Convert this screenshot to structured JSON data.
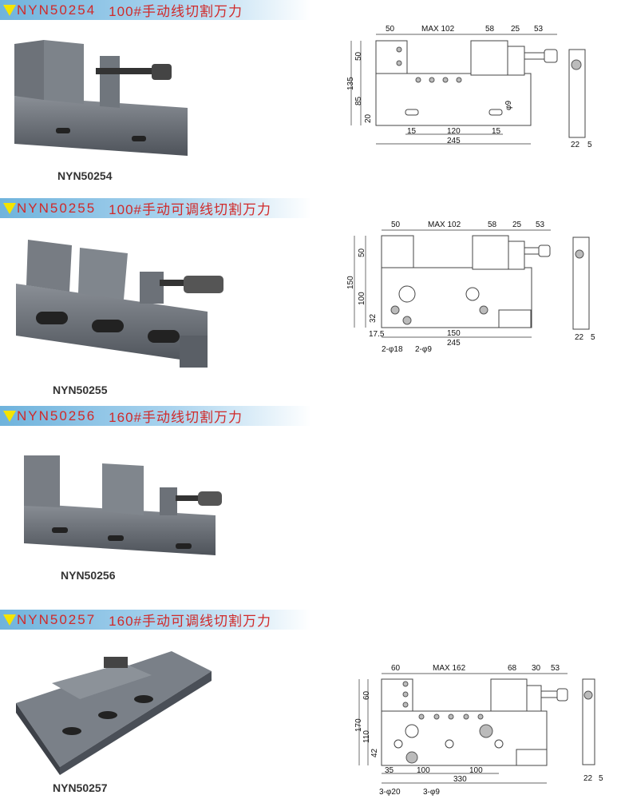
{
  "products": [
    {
      "code": "NYN50254",
      "title": "100#手动线切割万力",
      "caption": "NYN50254",
      "dims": {
        "d50": "50",
        "max": "MAX 102",
        "d58": "58",
        "d25": "25",
        "d53": "53",
        "h135": "135",
        "h50": "50",
        "h85": "85",
        "h20": "20",
        "b15a": "15",
        "b120": "120",
        "b15b": "15",
        "b245": "245",
        "phi": "φ9",
        "s22": "22",
        "s5": "5"
      }
    },
    {
      "code": "NYN50255",
      "title": "100#手动可调线切割万力",
      "caption": "NYN50255",
      "dims": {
        "d50": "50",
        "max": "MAX 102",
        "d58": "58",
        "d25": "25",
        "d53": "53",
        "h150": "150",
        "h50": "50",
        "h100": "100",
        "h32": "32",
        "b175": "17.5",
        "b150": "150",
        "b245": "245",
        "phi18": "2-φ18",
        "phi9": "2-φ9",
        "s22": "22",
        "s5": "5"
      }
    },
    {
      "code": "NYN50256",
      "title": "160#手动线切割万力",
      "caption": "NYN50256"
    },
    {
      "code": "NYN50257",
      "title": "160#手动可调线切割万力",
      "caption": "NYN50257",
      "dims": {
        "d60": "60",
        "max": "MAX 162",
        "d68": "68",
        "d30": "30",
        "d53": "53",
        "h170": "170",
        "h60": "60",
        "h110": "110",
        "h42": "42",
        "b35": "35",
        "b100a": "100",
        "b100b": "100",
        "b330": "330",
        "phi20": "3-φ20",
        "phi9": "3-φ9",
        "s22": "22",
        "s5": "5"
      }
    }
  ]
}
